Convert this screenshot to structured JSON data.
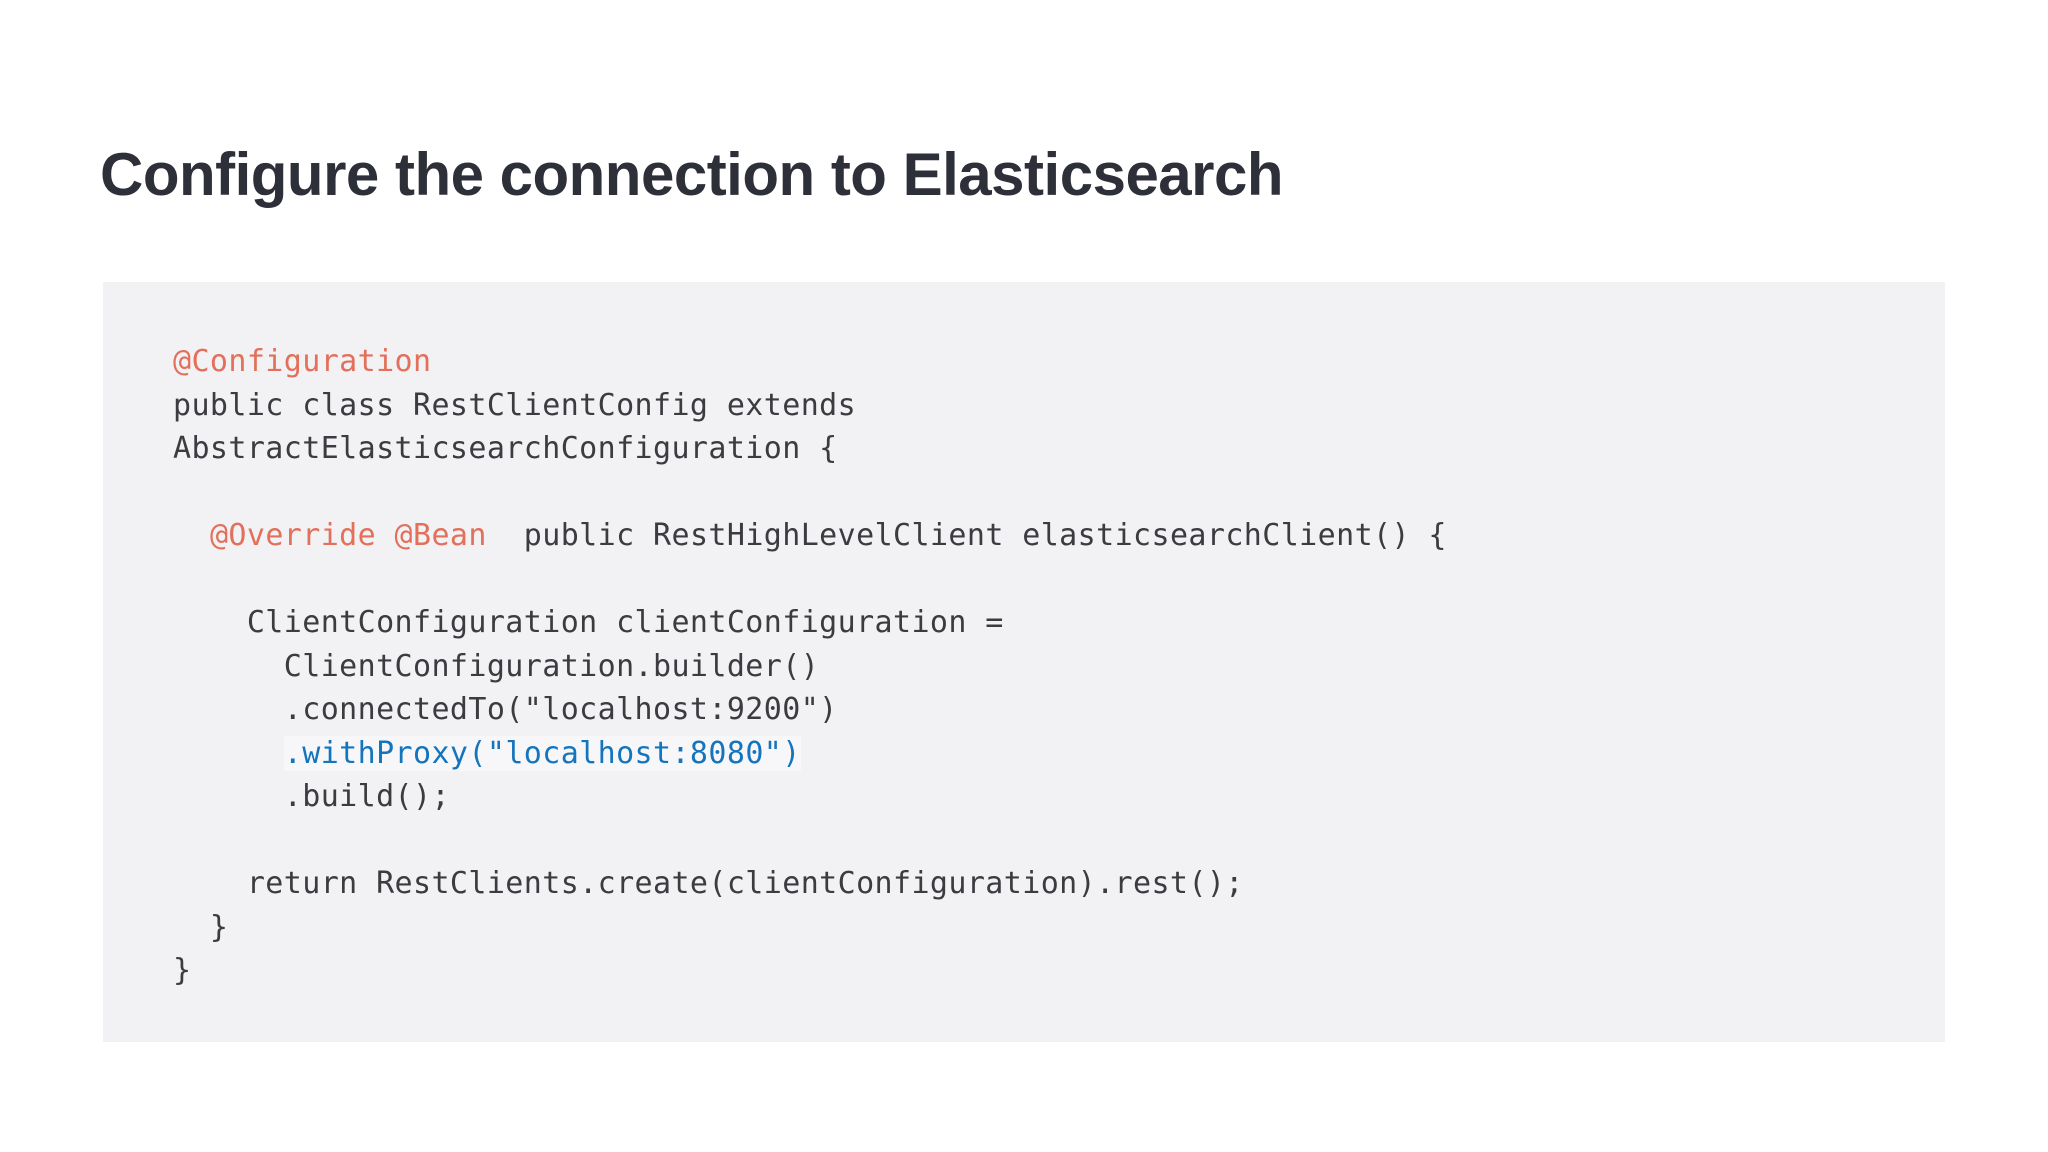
{
  "slide": {
    "title": "Configure the connection to Elasticsearch",
    "title_color": "#2e3039",
    "background_color": "#ffffff"
  },
  "code_block": {
    "background_color": "#f2f1f4",
    "default_text_color": "#3c3c40",
    "annotation_color": "#e2705a",
    "highlight_color": "#1575bc",
    "language": "java",
    "lines": [
      {
        "id": "line-1",
        "style": "annotation",
        "text": "@Configuration"
      },
      {
        "id": "line-2",
        "style": "plain",
        "text": "public class RestClientConfig extends"
      },
      {
        "id": "line-3",
        "style": "plain",
        "text": "AbstractElasticsearchConfiguration {"
      },
      {
        "id": "line-4",
        "style": "blank",
        "text": ""
      },
      {
        "id": "line-5",
        "style": "mixed",
        "text": "  @Override @Bean  public RestHighLevelClient elasticsearchClient() {",
        "parts": [
          {
            "style": "plain",
            "text": "  "
          },
          {
            "style": "annotation",
            "text": "@Override @Bean"
          },
          {
            "style": "plain",
            "text": "  public RestHighLevelClient elasticsearchClient() {"
          }
        ]
      },
      {
        "id": "line-6",
        "style": "blank",
        "text": ""
      },
      {
        "id": "line-7",
        "style": "plain",
        "text": "    ClientConfiguration clientConfiguration ="
      },
      {
        "id": "line-8",
        "style": "plain",
        "text": "      ClientConfiguration.builder()"
      },
      {
        "id": "line-9",
        "style": "plain",
        "text": "      .connectedTo(\"localhost:9200\")"
      },
      {
        "id": "line-10",
        "style": "mixed",
        "text": "      .withProxy(\"localhost:8080\")",
        "parts": [
          {
            "style": "plain",
            "text": "      "
          },
          {
            "style": "highlight",
            "text": ".withProxy(\"localhost:8080\")"
          }
        ]
      },
      {
        "id": "line-11",
        "style": "plain",
        "text": "      .build();"
      },
      {
        "id": "line-12",
        "style": "blank",
        "text": ""
      },
      {
        "id": "line-13",
        "style": "plain",
        "text": "    return RestClients.create(clientConfiguration).rest();"
      },
      {
        "id": "line-14",
        "style": "plain",
        "text": "  }"
      },
      {
        "id": "line-15",
        "style": "plain",
        "text": "}"
      }
    ]
  }
}
